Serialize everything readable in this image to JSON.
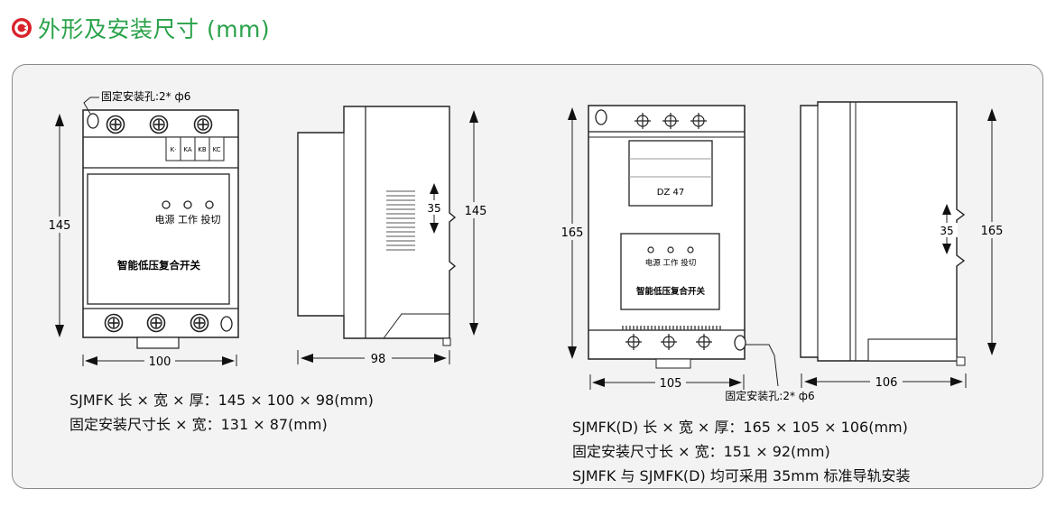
{
  "header": {
    "title": "外形及安装尺寸 (mm)",
    "accent_color": "#2aa24a",
    "icon": "red-c-badge-icon"
  },
  "left_device": {
    "mount_hole_label": "固定安装孔:2* ф6",
    "terminal_labels": [
      "K·",
      "KA",
      "KB",
      "KC"
    ],
    "indicator_labels": "电源 工作 投切",
    "product_name": "智能低压复合开关",
    "height_dim": "145",
    "width_dim": "100",
    "side_height_dim": "145",
    "rail_dim": "35",
    "depth_dim": "98"
  },
  "right_device": {
    "breaker_label": "DZ 47",
    "indicator_labels": "电源 工作 投切",
    "product_name": "智能低压复合开关",
    "height_dim": "165",
    "width_dim": "105",
    "mount_hole_label": "固定安装孔:2* ф6",
    "side_height_dim": "165",
    "rail_dim": "35",
    "depth_dim": "106"
  },
  "specs": {
    "left_line1": "SJMFK 长 × 宽 × 厚：145 × 100 × 98(mm)",
    "left_line2": "固定安装尺寸长 × 宽：131 × 87(mm)",
    "right_line1": "SJMFK(D) 长 × 宽 × 厚：165 × 105 × 106(mm)",
    "right_line2": "固定安装尺寸长 × 宽：151 × 92(mm)",
    "right_line3": "SJMFK 与 SJMFK(D) 均可采用 35mm 标准导轨安装"
  }
}
